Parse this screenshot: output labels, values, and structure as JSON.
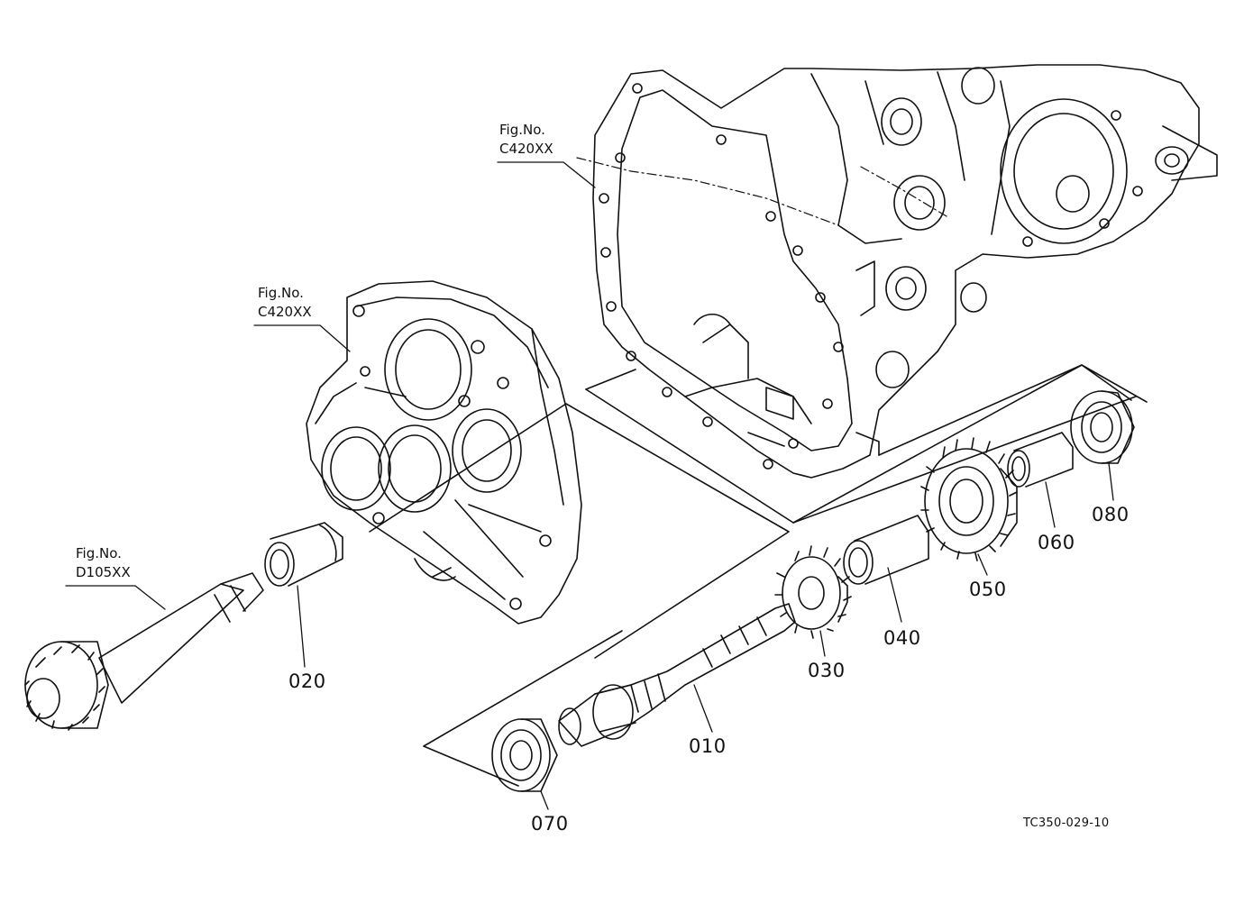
{
  "figure_refs": [
    {
      "id": "ref-top-right",
      "line1": "Fig.No.",
      "line2": "C420XX"
    },
    {
      "id": "ref-middle",
      "line1": "Fig.No.",
      "line2": "C420XX"
    },
    {
      "id": "ref-left",
      "line1": "Fig.No.",
      "line2": "D105XX"
    }
  ],
  "parts": [
    {
      "id": "part-010",
      "label": "010"
    },
    {
      "id": "part-020",
      "label": "020"
    },
    {
      "id": "part-030",
      "label": "030"
    },
    {
      "id": "part-040",
      "label": "040"
    },
    {
      "id": "part-050",
      "label": "050"
    },
    {
      "id": "part-060",
      "label": "060"
    },
    {
      "id": "part-070",
      "label": "070"
    },
    {
      "id": "part-080",
      "label": "080"
    }
  ],
  "drawing_number": "TC350-029-10",
  "colors": {
    "line": "#111111",
    "background": "#ffffff"
  }
}
